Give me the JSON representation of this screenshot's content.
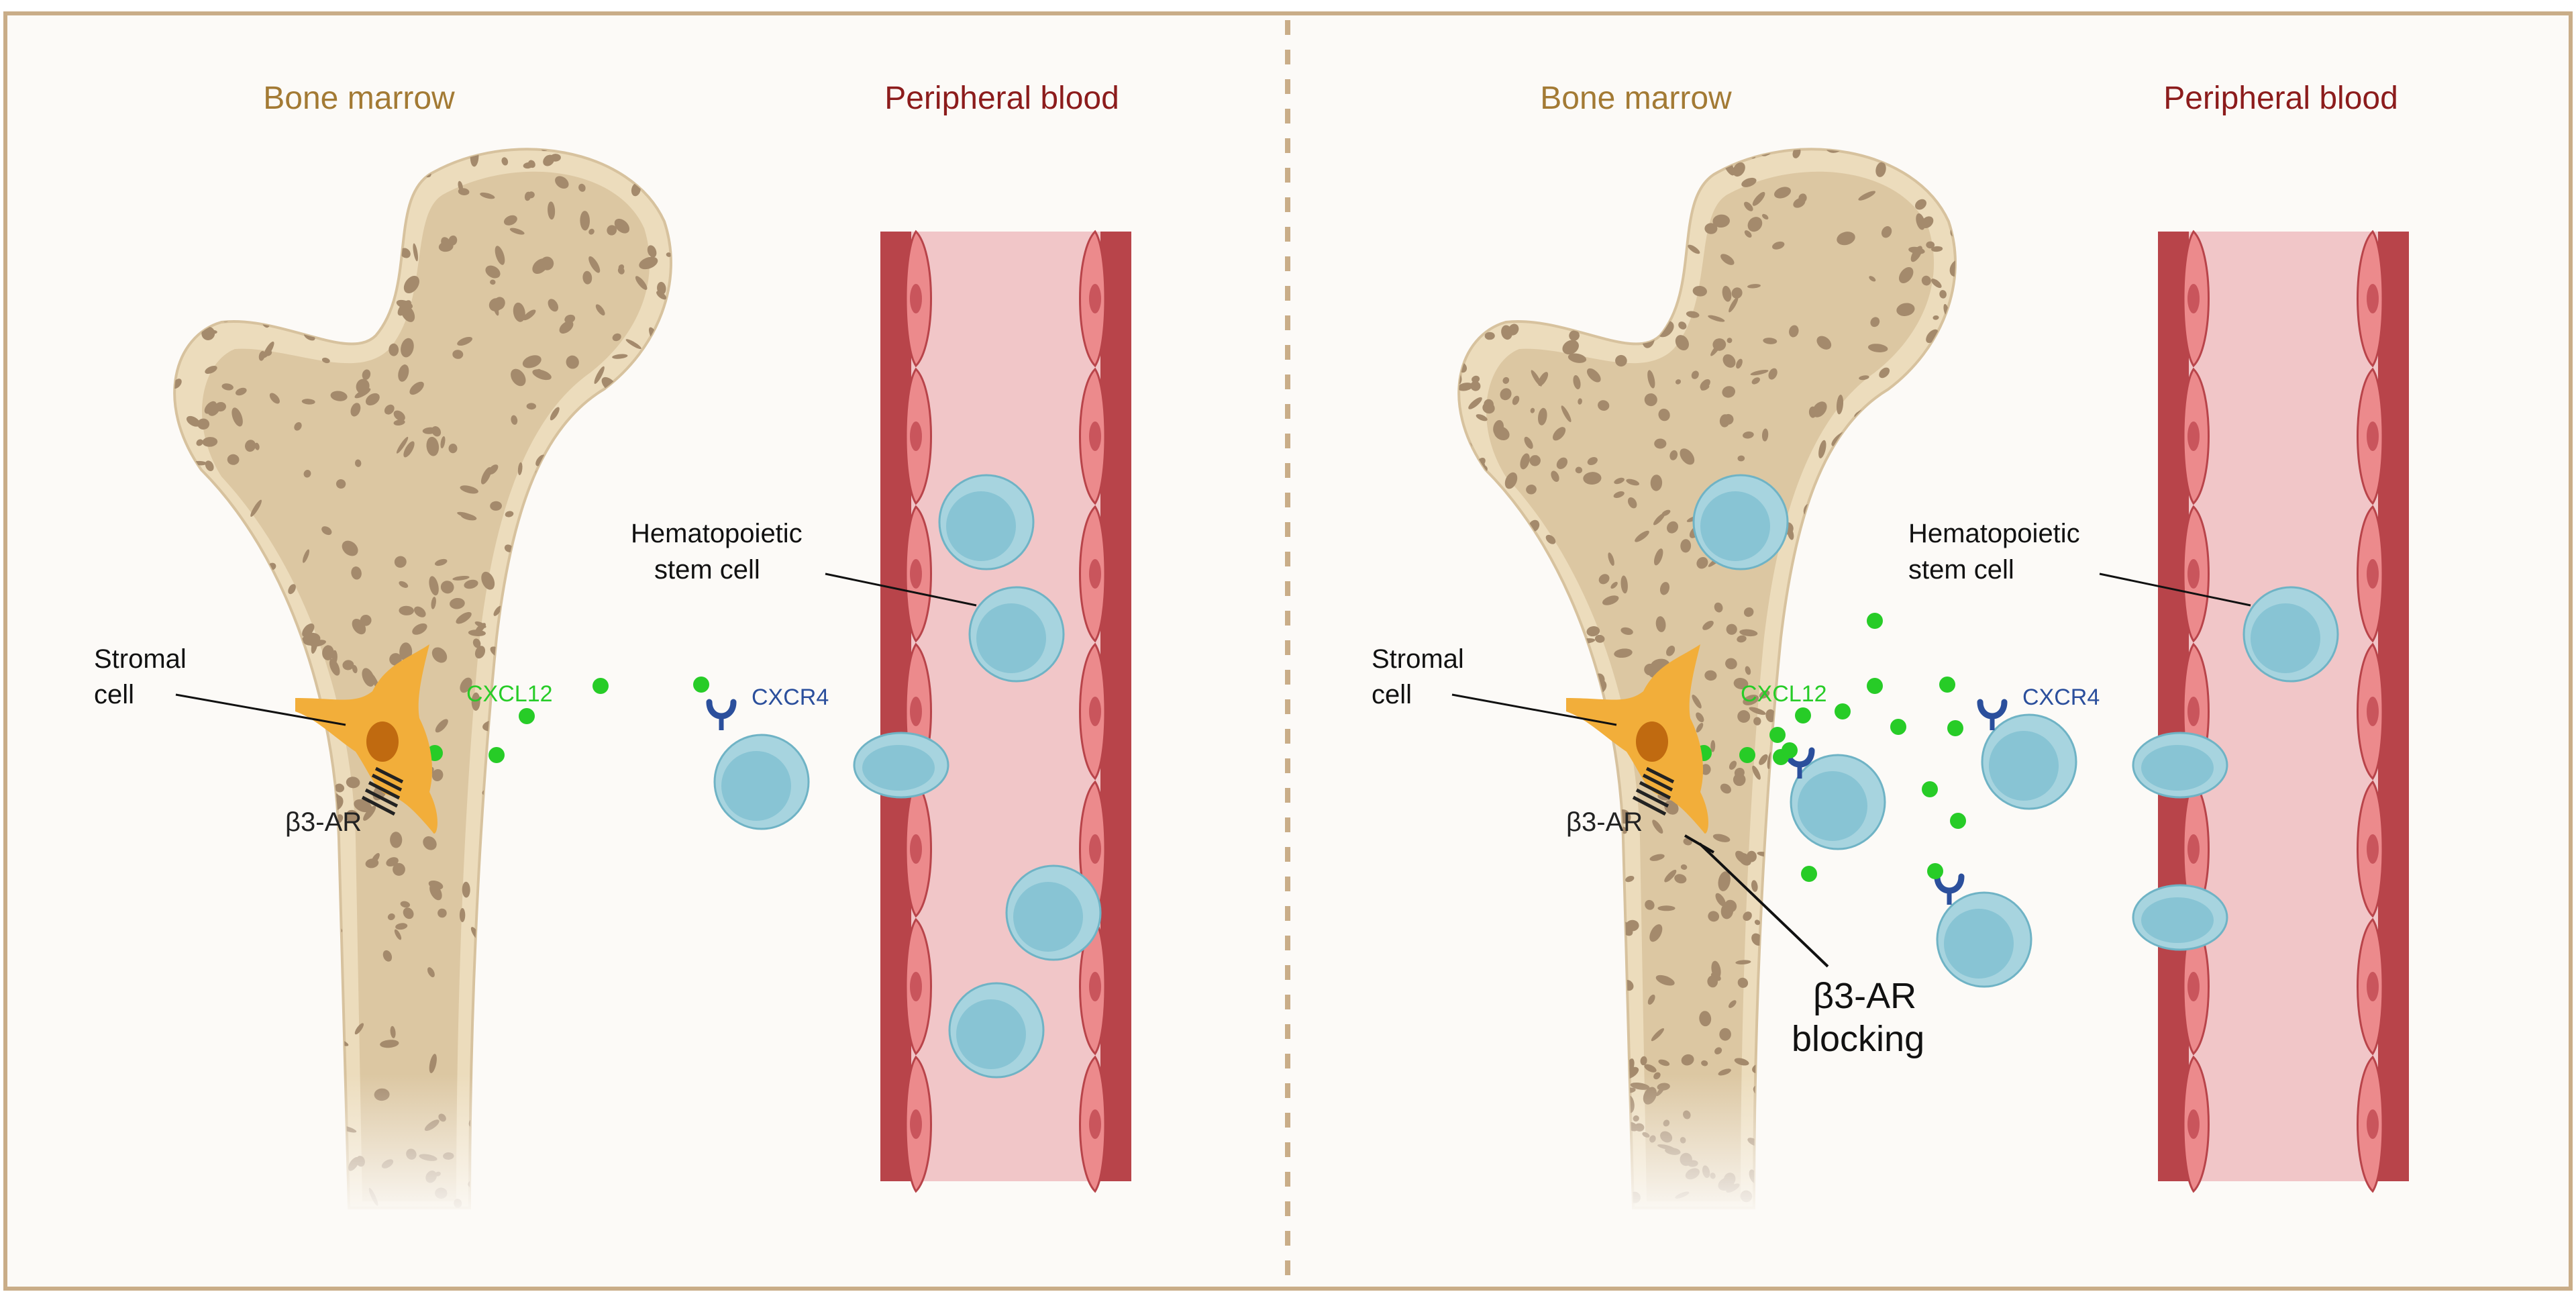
{
  "colors": {
    "frame": "#c9ad88",
    "panel_bg": "#fcfaf7",
    "bone_title": "#a37a34",
    "blood_title": "#8c1c1c",
    "bone_outer": "#ecdcbc",
    "bone_inner": "#dcc7a2",
    "bone_spot": "#a48a6c",
    "vessel_wall": "#b8444a",
    "vessel_lumen": "#f1c6c8",
    "endothelium": "#ec8a8c",
    "endothelium_nucleus": "#c9555c",
    "hsc_outer": "#a7d4df",
    "hsc_inner": "#88c4d4",
    "cxcl12": "#27cc27",
    "cxcr4": "#2b4f9c",
    "stromal": "#f2ae3a",
    "stromal_nucleus": "#c06a10"
  },
  "left_panel": {
    "title_bone": "Bone marrow",
    "title_blood": "Peripheral blood",
    "label_hsc_line1": "Hematopoietic",
    "label_hsc_line2": "stem cell",
    "label_stromal_line1": "Stromal",
    "label_stromal_line2": "cell",
    "label_cxcl12": "CXCL12",
    "label_cxcr4": "CXCR4",
    "label_b3ar": "β3-AR"
  },
  "right_panel": {
    "title_bone": "Bone marrow",
    "title_blood": "Peripheral blood",
    "label_hsc_line1": "Hematopoietic",
    "label_hsc_line2": "stem cell",
    "label_stromal_line1": "Stromal",
    "label_stromal_line2": "cell",
    "label_cxcl12": "CXCL12",
    "label_cxcr4": "CXCR4",
    "label_b3ar": "β3-AR",
    "label_blocking_line1": "β3-AR",
    "label_blocking_line2": "blocking"
  },
  "icons": [
    "femur-bone-icon",
    "blood-vessel-icon",
    "stromal-cell-icon",
    "stem-cell-icon",
    "cxcr4-receptor-icon",
    "cxcl12-dot-icon",
    "b3ar-receptor-icon",
    "inhibition-arrow-icon"
  ]
}
